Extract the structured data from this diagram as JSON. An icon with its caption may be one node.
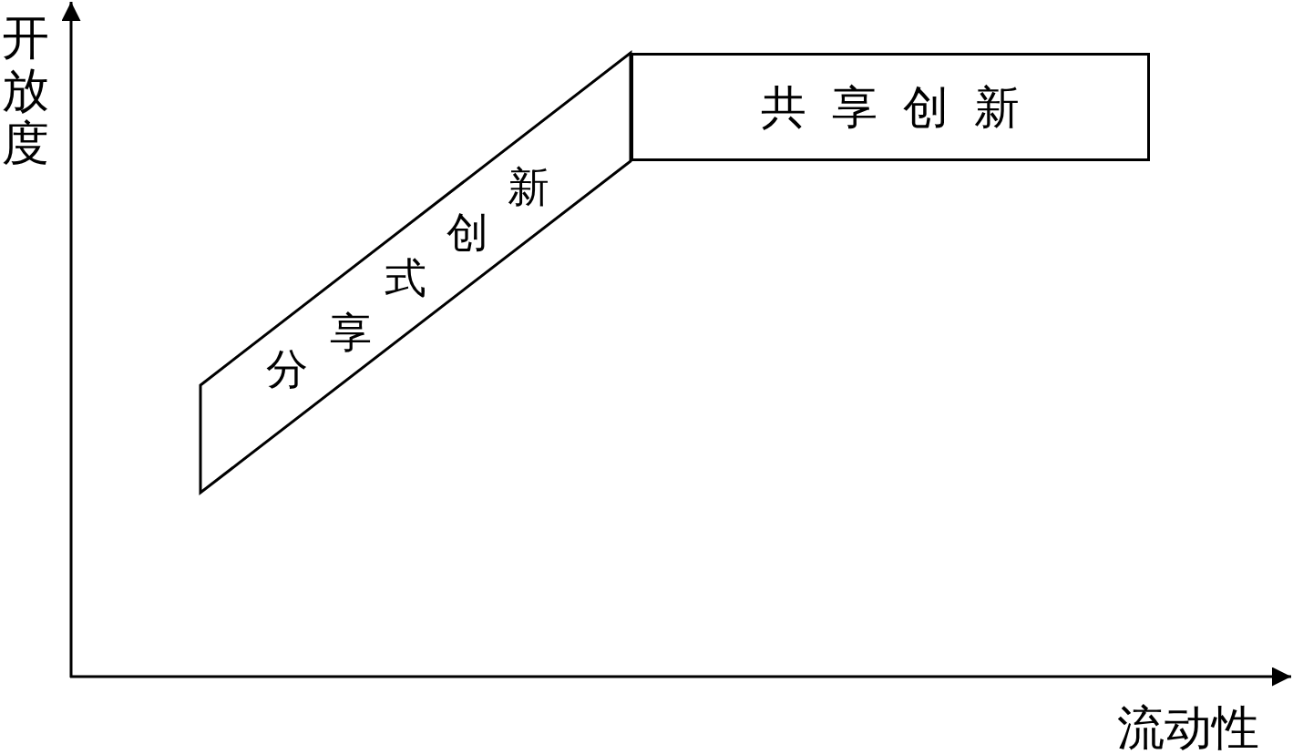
{
  "diagram": {
    "nodes": [
      {
        "text": [
          "分享式创新"
        ]
      },
      {
        "text": [
          "共享创新"
        ]
      }
    ],
    "edges": [],
    "labels": [
      "开放度",
      "流动性"
    ]
  }
}
